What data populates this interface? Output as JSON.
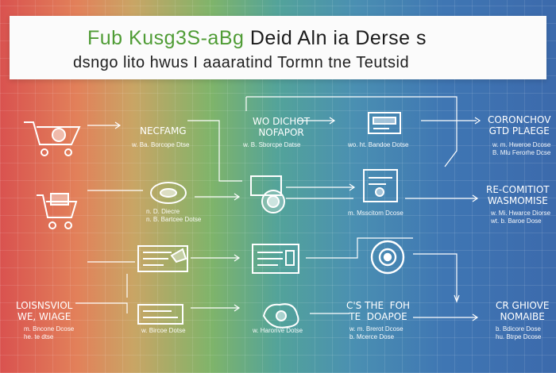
{
  "header": {
    "title_part1": "Fub",
    "title_part2": "Kusg3S-aBg",
    "title_part3": "Deid Aln ia Derse s",
    "subtitle": "dsngo lito  hwus I  aaaratind Tormn  tne Teutsid"
  },
  "nodes": {
    "n1": {
      "label": "NECFAMG",
      "sub": "w. Ba. Borcope Dtse"
    },
    "n2": {
      "label": "WO DICHOT\nNOFAPOR",
      "sub": "w. B. Sborcpe Datse"
    },
    "n3": {
      "label": "",
      "sub": "wo. ht. Bandoe Dotse"
    },
    "n4": {
      "label": "CORONCHOV\nGTD PLAEGE",
      "sub": "w. m. Hweroe Dcose\nB. Mlu Ferorhe Dcse"
    },
    "n5": {
      "label": "",
      "sub": "n. D. Diecre\nn. B. Bartcee Dotse"
    },
    "n6": {
      "label": "",
      "sub": "m. Msscitom Dcose"
    },
    "n7": {
      "label": "RE-COMITIOT\nWASMOMISE",
      "sub": "w. Mi. Hwarce Diorse\nwt. b. Baroe Dose"
    },
    "n8": {
      "label": "LOISNSVIOL\nWE, WIAGE",
      "sub": "m. Bncone Dcose\nhe. te dtse"
    },
    "n9": {
      "label": "",
      "sub": "w. Bircoe Dotse"
    },
    "n10": {
      "label": "",
      "sub": "w. Harorive Dotse"
    },
    "n11": {
      "label": "C'S THE  FOH\nTE  DOAPOE",
      "sub": "w. m. Brerot Dcose\nb. Mcerce Dose"
    },
    "n12": {
      "label": "CR GHIOVE\nNOMAIBE",
      "sub": "b. Bdicore Dose\nhu. Btrpe Dcose"
    }
  },
  "icon_names": [
    "cart-icon",
    "cart-box-icon",
    "chat-bubble-icon",
    "browser-window-icon",
    "globe-icon",
    "webpage-icon",
    "contact-card-icon",
    "card-icon",
    "support-at-icon",
    "payment-card-icon",
    "gear-splash-icon"
  ]
}
